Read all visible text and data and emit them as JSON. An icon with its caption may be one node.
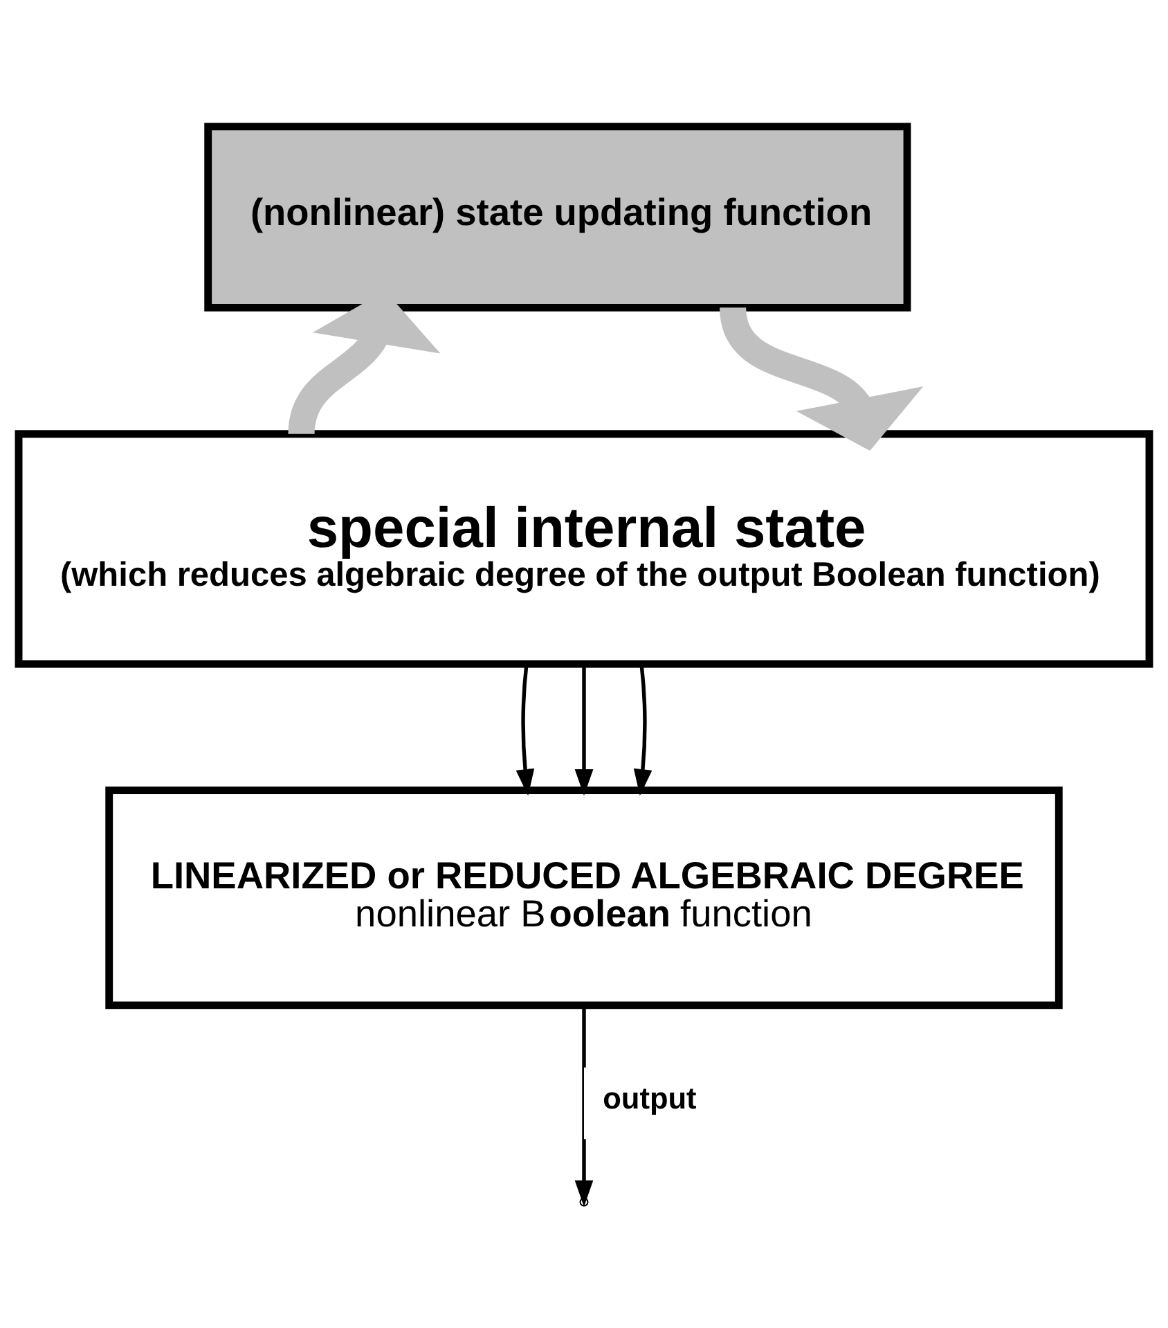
{
  "diagram": {
    "nodes": [
      {
        "text": [
          "(nonlinear) state updating function"
        ]
      },
      {
        "text": [
          "special internal state",
          "(which reduces algebraic degree of the output Boolean function)"
        ]
      },
      {
        "text": [
          "LINEARIZED or REDUCED ALGEBRAIC DEGREE",
          "nonlinear B**oolean** function"
        ]
      }
    ],
    "edges": [
      {
        "from": 1,
        "to": 0,
        "arrow": "to",
        "style": "thick",
        "color": "#c0c0c0"
      },
      {
        "from": 0,
        "to": 1,
        "arrow": "to",
        "style": "thick",
        "color": "#c0c0c0"
      },
      {
        "from": 1,
        "to": 2,
        "arrow": "to"
      },
      {
        "from": 1,
        "to": 2,
        "arrow": "to"
      },
      {
        "from": 1,
        "to": 2,
        "arrow": "to"
      },
      {
        "from": 2,
        "to": null,
        "arrow": "to",
        "label": "output"
      }
    ]
  }
}
